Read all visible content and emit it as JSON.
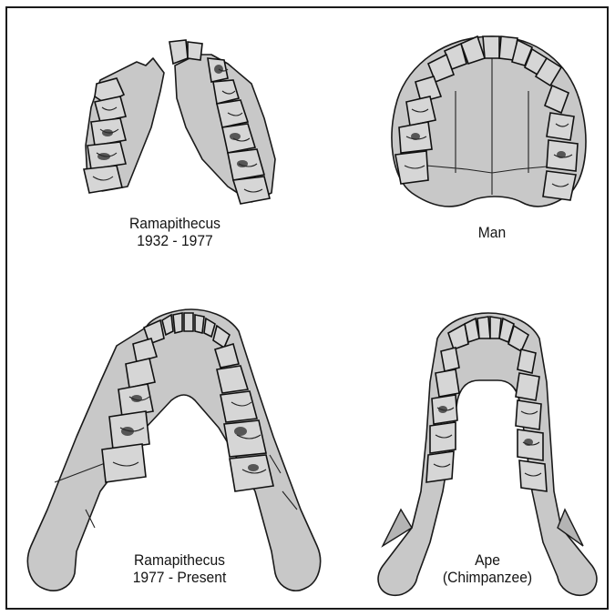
{
  "figures": {
    "upper_left": {
      "line1": "Ramapithecus",
      "line2": "1932 - 1977"
    },
    "upper_right": {
      "line1": "Man"
    },
    "lower_left": {
      "line1": "Ramapithecus",
      "line2": "1977 - Present"
    },
    "lower_right": {
      "line1": "Ape",
      "line2": "(Chimpanzee)"
    }
  },
  "colors": {
    "bone": "#c8c8c8",
    "tooth": "#d6d6d6",
    "ink": "#1a1a1a",
    "frame": "#1a1a1a"
  }
}
